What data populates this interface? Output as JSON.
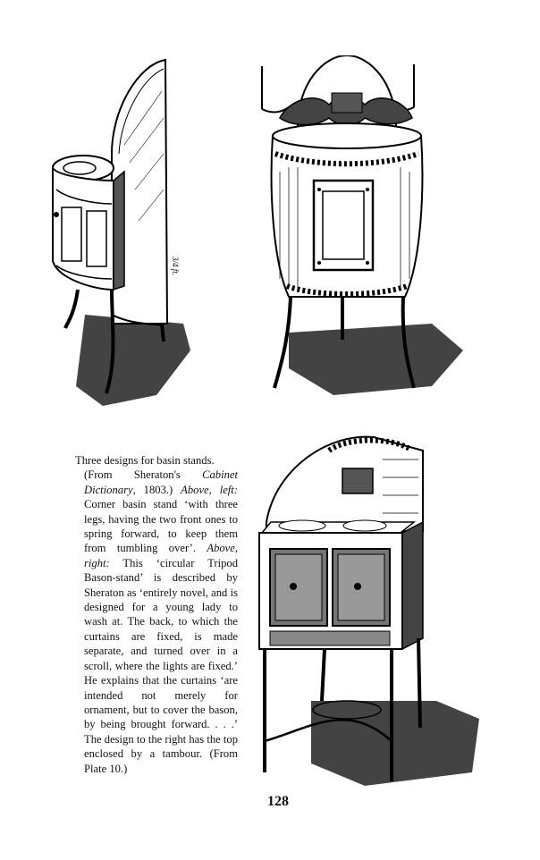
{
  "caption": {
    "line1": "Three designs for basin stands.",
    "part_a": "(From Sheraton's ",
    "part_a_em": "Cabinet Dictionary",
    "part_b": ", 1803.) ",
    "part_b_em": "Above, left:",
    "part_c": " Corner basin stand ‘with three legs, having the two front ones to spring forward, to keep them from tumbling over’. ",
    "part_c_em": "Above, right:",
    "part_d": " This ‘circular Tripod Bason-stand’ is described by Sheraton as ‘entirely novel, and is designed for a young lady to wash at. The back, to which the curtains are fixed, is made separate, and turned over in a scroll, where the lights are fixed.’ He explains that the curtains ‘are intended not merely for ornament, but to cover the bason, by being brought forward. . . .’ The design to the right has the top enclosed by a tambour. (From Plate 10.)"
  },
  "corner_stand_inscription": "3/4 ft.",
  "page_number": "128"
}
